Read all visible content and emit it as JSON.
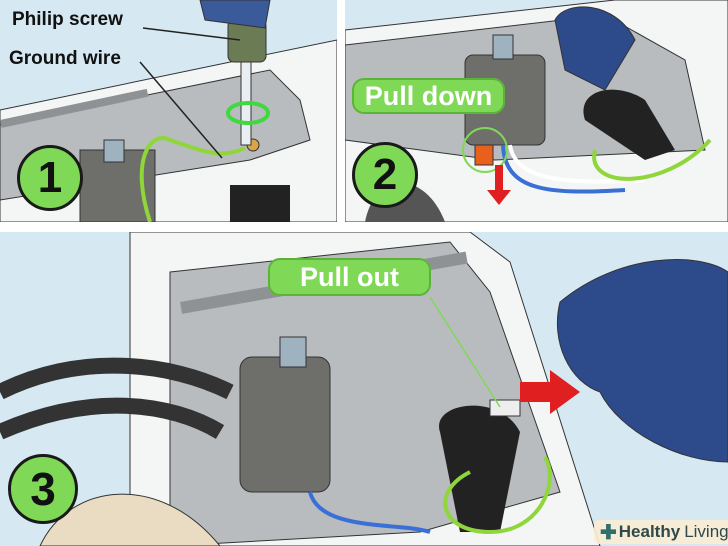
{
  "steps": [
    {
      "number": "1",
      "labels": {
        "screw": "Philip screw",
        "wire": "Ground wire"
      }
    },
    {
      "number": "2",
      "action": "Pull down"
    },
    {
      "number": "3",
      "action": "Pull out"
    }
  ],
  "watermark": {
    "brand_bold": "Healthy",
    "brand_regular": "Living"
  },
  "colors": {
    "background": "#d6e9f3",
    "accent_green": "#7fd957",
    "arrow_red": "#e02020"
  }
}
